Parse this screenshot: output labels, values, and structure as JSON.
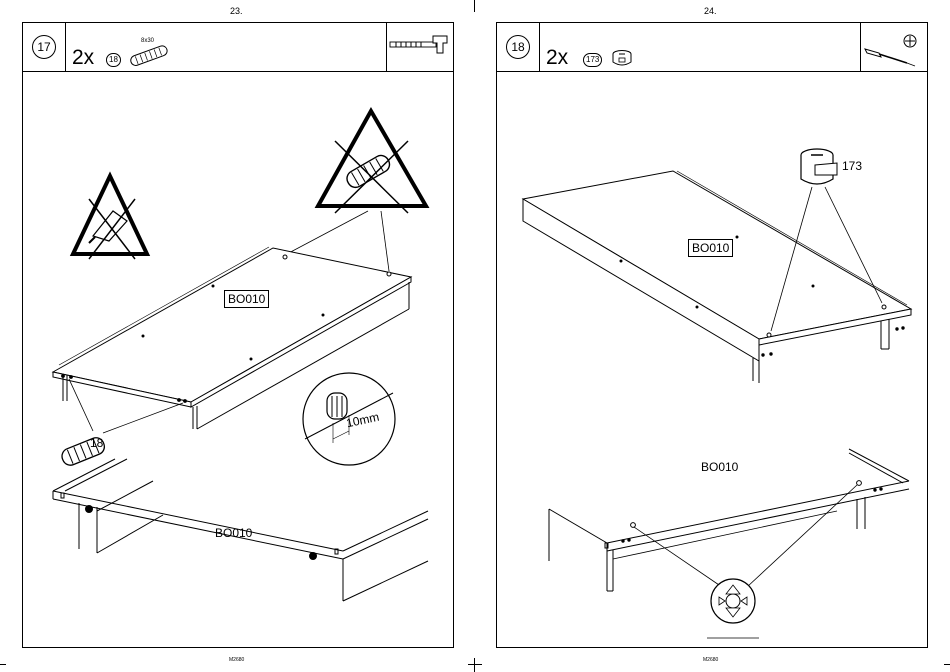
{
  "pages": [
    {
      "page_number": "23.",
      "footer": "M2680",
      "step": "17",
      "quantity": "2x",
      "part_id": "18",
      "part_dimension": "8x30",
      "tool_icons": [
        "hammer-icon"
      ],
      "warning_icons": [
        "no-glue-icon",
        "no-hammer-dowel-icon"
      ],
      "panel_label_top": "BO010",
      "panel_label_bottom": "BO010",
      "callout_part_label": "18",
      "detail_measure": "10mm"
    },
    {
      "page_number": "24.",
      "footer": "M2680",
      "step": "18",
      "quantity": "2x",
      "part_id": "173",
      "tool_icons": [
        "screwdriver-icon",
        "phillips-screw-head-icon"
      ],
      "panel_label_top": "BO010",
      "panel_label_bottom": "BO010",
      "callout_part_label": "173"
    }
  ],
  "colors": {
    "line": "#000000",
    "background": "#ffffff"
  }
}
